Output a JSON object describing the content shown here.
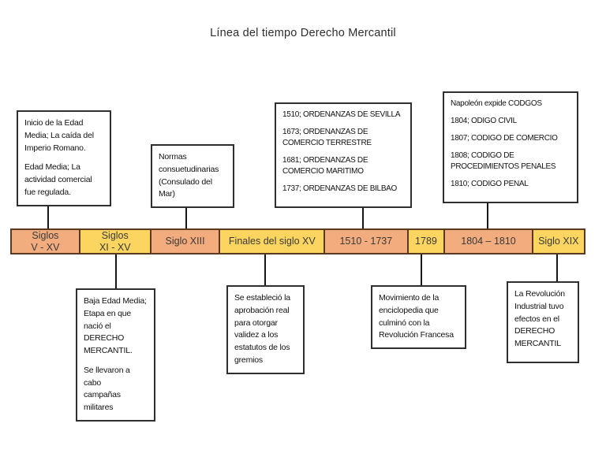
{
  "title": "Línea del tiempo Derecho Mercantil",
  "colors": {
    "segment_salmon": "#f2ac7e",
    "segment_yellow": "#fbd55f",
    "bar_border": "#59391f",
    "box_border": "#2f2f2f",
    "connector": "#161616"
  },
  "timeline": {
    "segments": [
      {
        "label": "Siglos\nV - XV",
        "color": "salmon"
      },
      {
        "label": "Siglos\nXI - XV",
        "color": "yellow"
      },
      {
        "label": "Siglo XIII",
        "color": "salmon"
      },
      {
        "label": "Finales del siglo XV",
        "color": "yellow"
      },
      {
        "label": "1510 - 1737",
        "color": "salmon"
      },
      {
        "label": "1789",
        "color": "yellow"
      },
      {
        "label": "1804 – 1810",
        "color": "salmon"
      },
      {
        "label": "Siglo XIX",
        "color": "yellow"
      }
    ]
  },
  "boxes": {
    "edad_media": {
      "paragraphs": [
        "Inicio de la Edad\nMedia; La caída del\nImperio Romano.",
        "Edad Media; La\nactividad comercial\nfue regulada."
      ]
    },
    "normas": {
      "paragraphs": [
        "Normas\nconsuetudinarias\n(Consulado del\nMar)"
      ]
    },
    "ordenanzas": {
      "paragraphs": [
        "1510; ORDENANZAS DE SEVILLA",
        "1673; ORDENANZAS DE\nCOMERCIO TERRESTRE",
        "1681; ORDENANZAS DE\nCOMERCIO MARITIMO",
        "1737; ORDENANZAS DE BILBAO"
      ]
    },
    "napoleon": {
      "paragraphs": [
        "Napoleón expide CODGOS",
        "1804; ODIGO CIVIL",
        "1807; CODIGO DE COMERCIO",
        "1808; CODIGO DE\nPROCEDIMIENTOS PENALES",
        "1810; CODIGO PENAL"
      ]
    },
    "baja_edad_media": {
      "paragraphs": [
        "Baja Edad Media;\nEtapa en que\nnació el DERECHO\nMERCANTIL.",
        "Se llevaron a cabo\ncampañas\nmilitares"
      ]
    },
    "gremios": {
      "paragraphs": [
        "Se estableció la\naprobación real\npara otorgar\nvalidez a los\nestatutos de los\ngremios"
      ]
    },
    "enciclopedia": {
      "paragraphs": [
        "Movimiento de la\nenciclopedia que\nculminó con la\nRevolución Francesa"
      ]
    },
    "revolucion_industrial": {
      "paragraphs": [
        "La Revolución\nIndustrial tuvo\nefectos en el\nDERECHO\nMERCANTIL"
      ]
    }
  }
}
